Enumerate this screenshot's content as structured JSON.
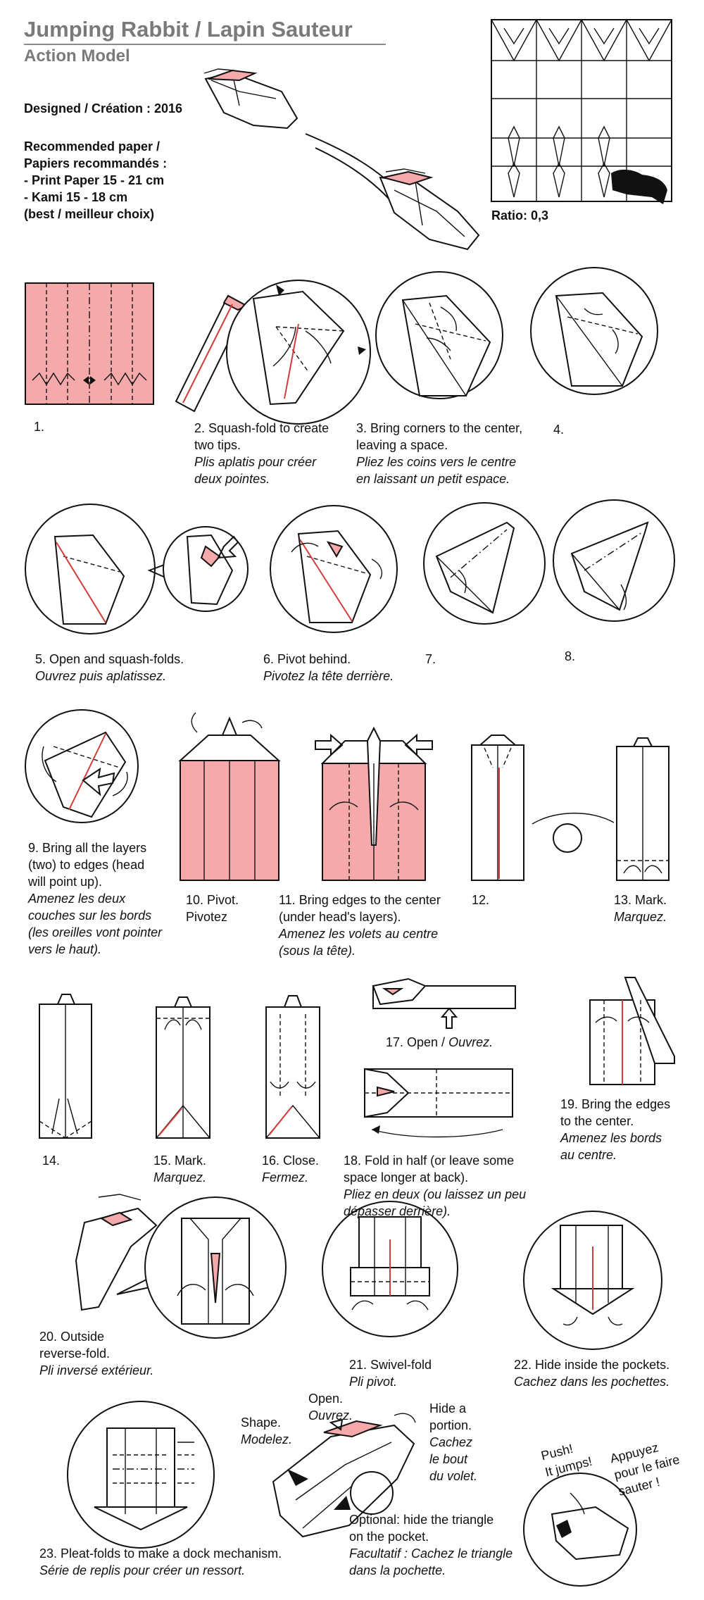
{
  "header": {
    "title": "Jumping Rabbit / Lapin Sauteur",
    "subtitle": "Action Model",
    "designed": "Designed / Création : 2016",
    "paper_lines": [
      "Recommended paper /",
      "Papiers recommandés :",
      "- Print Paper 15 - 21 cm",
      "- Kami 15 - 18 cm",
      "(best / meilleur choix)"
    ],
    "ratio": "Ratio: 0,3"
  },
  "colors": {
    "pink": "#f6a9ab",
    "line": "#111111",
    "title_gray": "#7a7a7a",
    "accent_red": "#d53b3b"
  },
  "steps": {
    "s1": {
      "en": [
        "1."
      ],
      "fr": []
    },
    "s2": {
      "en": [
        "2. Squash-fold to create",
        "two tips."
      ],
      "fr": [
        "Plis aplatis pour créer",
        "deux pointes."
      ]
    },
    "s3": {
      "en": [
        "3. Bring corners to the center,",
        "leaving a space."
      ],
      "fr": [
        "Pliez les coins vers le centre",
        "en laissant un petit espace."
      ]
    },
    "s4": {
      "en": [
        "4."
      ],
      "fr": []
    },
    "s5": {
      "en": [
        "5. Open and squash-folds."
      ],
      "fr": [
        "Ouvrez puis aplatissez."
      ]
    },
    "s6": {
      "en": [
        "6. Pivot behind."
      ],
      "fr": [
        "Pivotez la tête derrière."
      ]
    },
    "s7": {
      "en": [
        "7."
      ],
      "fr": []
    },
    "s8": {
      "en": [
        "8."
      ],
      "fr": []
    },
    "s9": {
      "en": [
        "9. Bring all the layers",
        "(two) to edges (head",
        "will point up)."
      ],
      "fr": [
        "Amenez les deux",
        "couches sur les bords",
        "(les oreilles vont pointer",
        "vers le haut)."
      ]
    },
    "s10": {
      "en": [
        "10. Pivot.",
        "Pivotez"
      ],
      "fr": []
    },
    "s11": {
      "en": [
        "11. Bring edges to the center",
        "(under head's layers)."
      ],
      "fr": [
        "Amenez les volets au centre",
        "(sous la tête)."
      ]
    },
    "s12": {
      "en": [
        "12."
      ],
      "fr": []
    },
    "s13": {
      "en": [
        "13. Mark."
      ],
      "fr": [
        "Marquez."
      ]
    },
    "s14": {
      "en": [
        "14."
      ],
      "fr": []
    },
    "s15": {
      "en": [
        "15. Mark."
      ],
      "fr": [
        "Marquez."
      ]
    },
    "s16": {
      "en": [
        "16. Close."
      ],
      "fr": [
        "Fermez."
      ]
    },
    "s17": {
      "en_prefix": "17. Open / ",
      "fr": "Ouvrez."
    },
    "s18": {
      "en": [
        "18. Fold in half (or leave some",
        "space longer at back)."
      ],
      "fr": [
        "Pliez en deux (ou laissez un peu",
        "dépasser derrière)."
      ]
    },
    "s19": {
      "en": [
        "19. Bring the edges",
        "to the center."
      ],
      "fr": [
        "Amenez les bords",
        "au centre."
      ]
    },
    "s20": {
      "en": [
        "20. Outside",
        "reverse-fold."
      ],
      "fr": [
        "Pli inversé extérieur."
      ]
    },
    "s21": {
      "en": [
        "21. Swivel-fold"
      ],
      "fr": [
        "Pli pivot."
      ]
    },
    "s22": {
      "en": [
        "22. Hide inside the pockets."
      ],
      "fr": [
        "Cachez dans les pochettes."
      ]
    },
    "s23": {
      "en": [
        "23. Pleat-folds to make a dock mechanism."
      ],
      "fr": [
        "Série de replis pour créer un ressort."
      ]
    }
  },
  "annotations": {
    "open": {
      "en": "Open.",
      "fr": "Ouvrez."
    },
    "shape": {
      "en": "Shape.",
      "fr": "Modelez."
    },
    "hide": {
      "en": "Hide a",
      "en2": "portion.",
      "fr": [
        "Cachez",
        "le bout",
        "du volet."
      ]
    },
    "optional": {
      "en": [
        "Optional: hide the triangle",
        "on the pocket."
      ],
      "fr": [
        "Facultatif : Cachez le triangle",
        "dans la pochette."
      ]
    },
    "push": {
      "en": [
        "Push!",
        "It jumps!"
      ],
      "fr": [
        "Appuyez",
        "pour le faire",
        "sauter !"
      ]
    }
  }
}
